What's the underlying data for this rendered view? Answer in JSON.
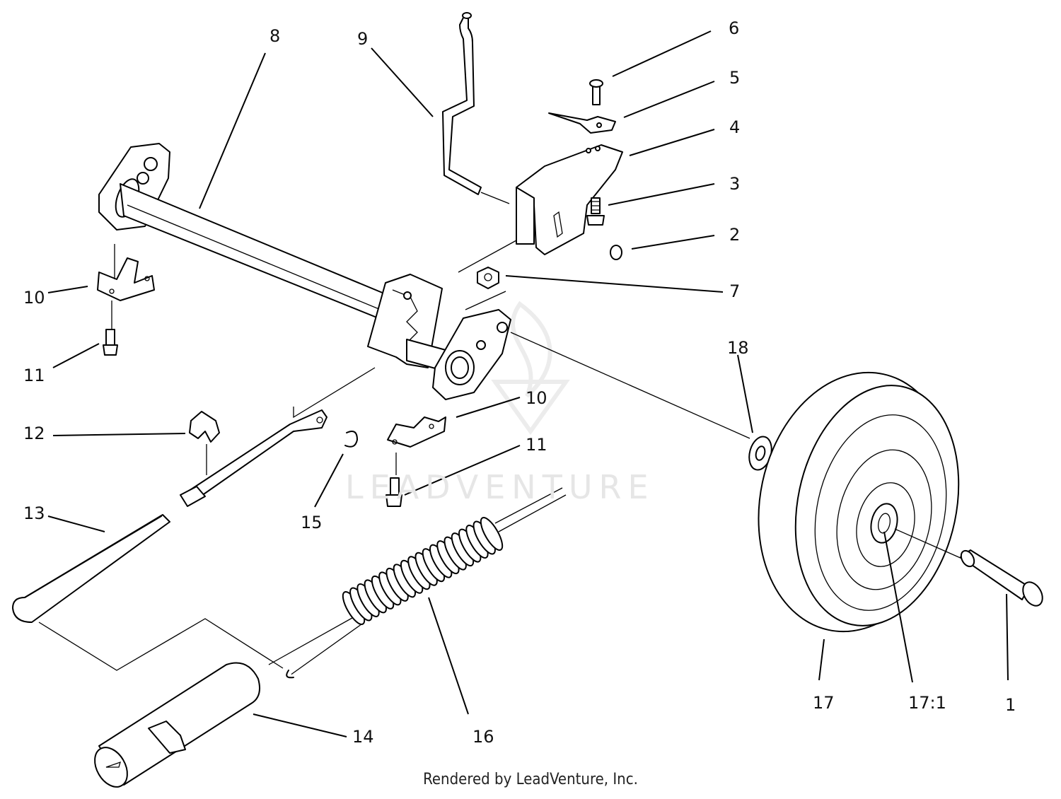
{
  "watermark": {
    "text": "LEADVENTURE"
  },
  "footer": {
    "text": "Rendered by LeadVenture, Inc."
  },
  "callouts": {
    "c1": "1",
    "c2": "2",
    "c3": "3",
    "c4": "4",
    "c5": "5",
    "c6": "6",
    "c7": "7",
    "c8": "8",
    "c9": "9",
    "c10a": "10",
    "c10b": "10",
    "c11a": "11",
    "c11b": "11",
    "c12": "12",
    "c13": "13",
    "c14": "14",
    "c15": "15",
    "c16": "16",
    "c17": "17",
    "c17_1": "17:1",
    "c18": "18"
  }
}
